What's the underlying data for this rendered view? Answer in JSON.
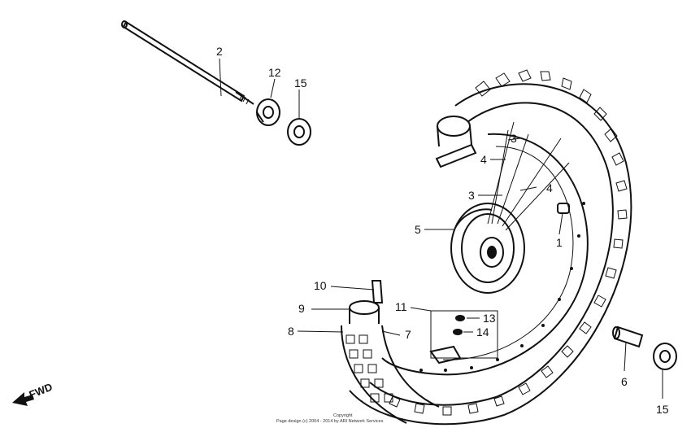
{
  "labels": {
    "axle": "2",
    "bearing_upper": "12",
    "dust_seal_upper": "15",
    "spoke_a_top": "3",
    "spoke_b_top": "4",
    "spoke_a_mid": "3",
    "spoke_b_mid": "4",
    "hub": "5",
    "rim_plug": "1",
    "rim_band": "10",
    "tube": "9",
    "tire": "8",
    "rim": "7",
    "valve_kit": "11",
    "valve_cap": "13",
    "valve_nut": "14",
    "collar": "6",
    "dust_seal_lower": "15"
  },
  "direction_label": "FWD",
  "copyright": {
    "line1": "Copyright",
    "line2": "Page design (c) 2004 - 2014 by ARI Network Services"
  }
}
